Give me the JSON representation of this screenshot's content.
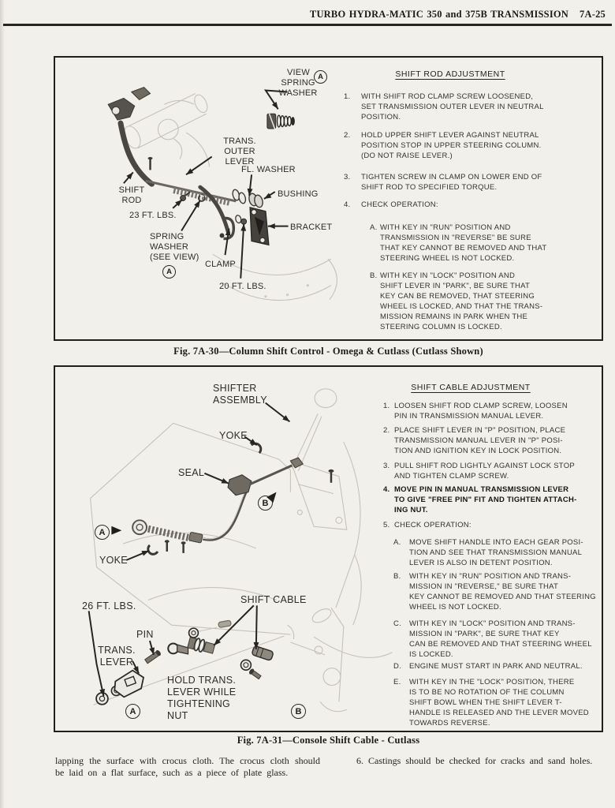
{
  "header": {
    "title": "TURBO HYDRA-MATIC 350 and 375B TRANSMISSION",
    "page_number": "7A-25"
  },
  "fig1": {
    "caption": "Fig. 7A-30—Column Shift Control - Omega & Cutlass (Cutlass Shown)",
    "panel": {
      "title": "SHIFT ROD ADJUSTMENT",
      "steps": [
        {
          "n": "1.",
          "text": "WITH SHIFT ROD CLAMP SCREW LOOSENED,\nSET TRANSMISSION OUTER LEVER IN NEUTRAL\nPOSITION."
        },
        {
          "n": "2.",
          "text": "HOLD UPPER SHIFT LEVER AGAINST NEUTRAL\nPOSITION STOP IN UPPER STEERING COLUMN.\n(DO NOT RAISE LEVER.)"
        },
        {
          "n": "3.",
          "text": "TIGHTEN SCREW IN CLAMP ON LOWER END OF\nSHIFT ROD TO SPECIFIED TORQUE."
        },
        {
          "n": "4.",
          "text": "CHECK OPERATION:"
        },
        {
          "n": "A.",
          "text": "WITH KEY IN \"RUN\" POSITION AND\nTRANSMISSION IN \"REVERSE\" BE SURE\nTHAT KEY CANNOT BE REMOVED AND THAT\nSTEERING WHEEL IS NOT LOCKED."
        },
        {
          "n": "B.",
          "text": "WITH KEY IN \"LOCK\" POSITION AND\nSHIFT LEVER IN \"PARK\", BE SURE THAT\nKEY CAN BE REMOVED, THAT STEERING\nWHEEL IS LOCKED, AND THAT THE TRANS-\nMISSION REMAINS IN PARK WHEN THE\nSTEERING COLUMN IS LOCKED."
        }
      ]
    },
    "labels": {
      "view": "VIEW",
      "view_detail": "A",
      "spring_washer_view": "SPRING\nWASHER",
      "trans_outer_lever": "TRANS. OUTER\nLEVER",
      "fl_washer": "FL. WASHER",
      "bushing": "BUSHING",
      "shift_rod": "SHIFT\nROD",
      "torque_23": "23 FT. LBS.",
      "spring_washer": "SPRING\nWASHER\n(SEE VIEW)",
      "see_view_detail": "A",
      "clamp": "CLAMP",
      "torque_20": "20 FT. LBS.",
      "bracket": "BRACKET"
    }
  },
  "fig2": {
    "caption": "Fig. 7A-31—Console Shift Cable - Cutlass",
    "panel": {
      "title": "SHIFT CABLE ADJUSTMENT",
      "steps": [
        {
          "n": "1.",
          "text": "LOOSEN SHIFT ROD CLAMP SCREW, LOOSEN\nPIN IN TRANSMISSION MANUAL LEVER."
        },
        {
          "n": "2.",
          "text": "PLACE SHIFT LEVER IN \"P\" POSITION, PLACE\nTRANSMISSION MANUAL LEVER IN \"P\" POSI-\nTION AND IGNITION KEY IN LOCK POSITION."
        },
        {
          "n": "3.",
          "text": "PULL SHIFT ROD LIGHTLY AGAINST LOCK STOP\nAND TIGHTEN CLAMP SCREW."
        },
        {
          "n": "4.",
          "text": "MOVE PIN IN MANUAL TRANSMISSION LEVER\nTO GIVE \"FREE PIN\" FIT AND TIGHTEN ATTACH-\nING NUT."
        },
        {
          "n": "5.",
          "text": "CHECK OPERATION:"
        },
        {
          "n": "A.",
          "text": "MOVE SHIFT HANDLE INTO EACH GEAR POSI-\nTION AND SEE THAT TRANSMISSION MANUAL\nLEVER IS ALSO IN DETENT POSITION."
        },
        {
          "n": "B.",
          "text": "WITH KEY IN \"RUN\" POSITION AND TRANS-\nMISSION IN \"REVERSE,\" BE SURE THAT\nKEY CANNOT BE REMOVED AND THAT STEERING\nWHEEL IS NOT LOCKED."
        },
        {
          "n": "C.",
          "text": "WITH KEY IN \"LOCK\" POSITION AND TRANS-\nMISSION IN \"PARK\", BE SURE THAT KEY\nCAN BE REMOVED AND THAT STEERING WHEEL\nIS LOCKED."
        },
        {
          "n": "D.",
          "text": "ENGINE MUST START IN PARK AND NEUTRAL."
        },
        {
          "n": "E.",
          "text": "WITH KEY IN THE \"LOCK\" POSITION, THERE\nIS TO BE NO ROTATION OF THE COLUMN\nSHIFT BOWL WHEN THE SHIFT LEVER T-\nHANDLE IS RELEASED AND THE LEVER MOVED\nTOWARDS REVERSE."
        }
      ]
    },
    "labels": {
      "shifter_assembly": "SHIFTER\nASSEMBLY",
      "yoke_upper": "YOKE",
      "seal": "SEAL",
      "yoke_lower": "YOKE",
      "torque_26": "26 FT. LBS.",
      "pin": "PIN",
      "trans_lever": "TRANS.\nLEVER",
      "shift_cable": "SHIFT CABLE",
      "hold_note": "HOLD TRANS.\nLEVER WHILE\nTIGHTENING\nNUT",
      "detail_a": "A",
      "detail_b": "B",
      "detail_a_lower": "A",
      "detail_b_lower": "B"
    }
  },
  "footer": {
    "left": "lapping the surface with crocus cloth. The crocus cloth should be laid on a flat surface, such as a piece of plate glass.",
    "right": "6. Castings should be checked for cracks and sand holes."
  }
}
